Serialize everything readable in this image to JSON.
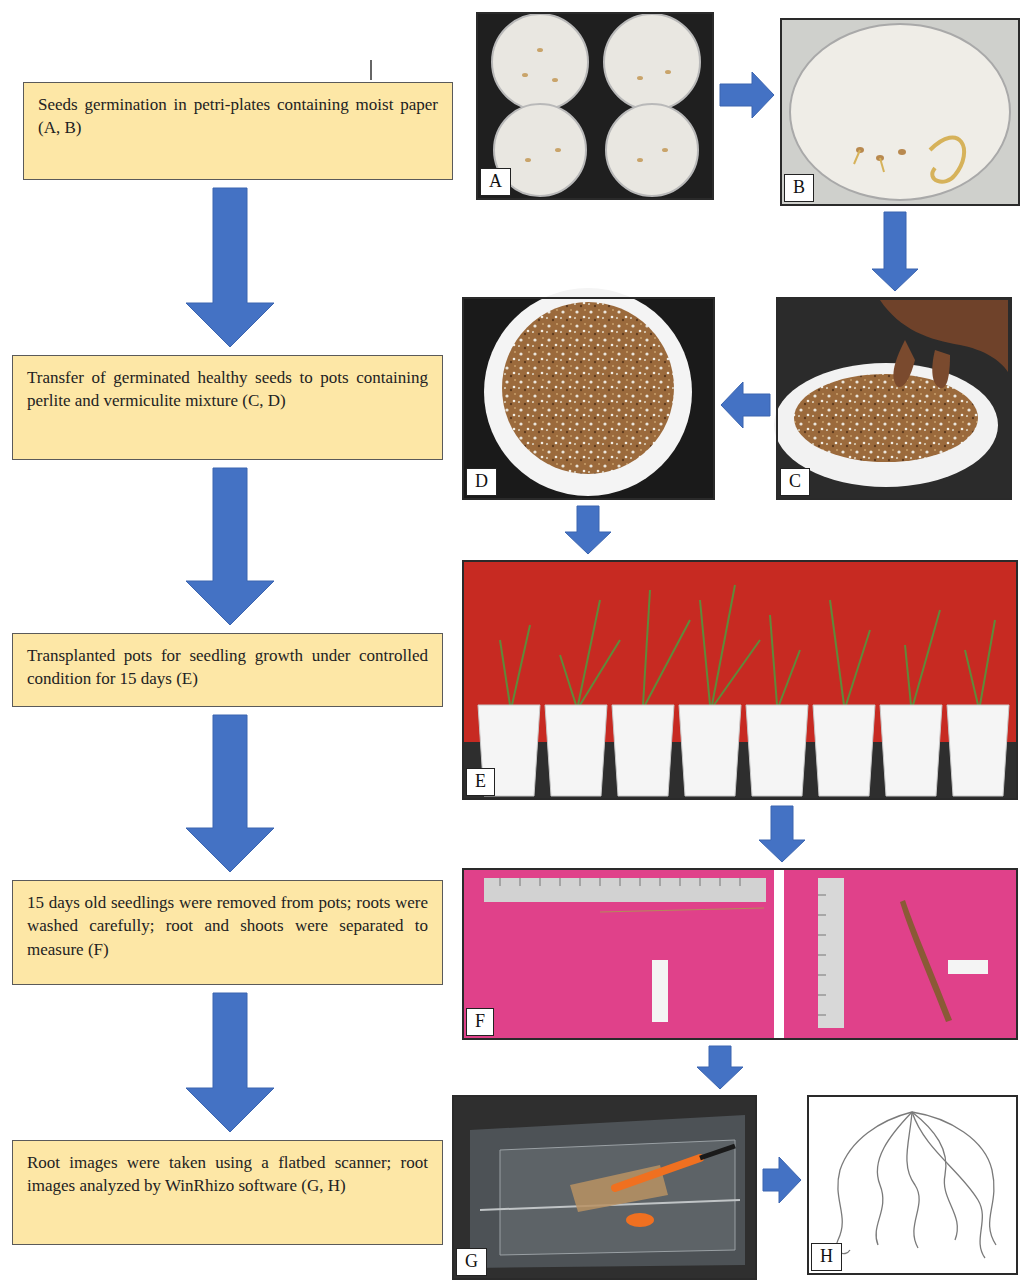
{
  "diagram": {
    "nodes": [
      {
        "text": [
          "Seeds germination in petri-plates containing moist paper (A, B)"
        ]
      },
      {
        "text": [
          "A"
        ]
      },
      {
        "text": [
          "B"
        ]
      },
      {
        "text": [
          "Transfer of germinated healthy seeds to pots containing perlite and vermiculite mixture (C, D)"
        ]
      },
      {
        "text": [
          "D"
        ]
      },
      {
        "text": [
          "C"
        ]
      },
      {
        "text": [
          "Transplanted pots for seedling growth under controlled condition for 15 days (E)"
        ]
      },
      {
        "text": [
          "E"
        ]
      },
      {
        "text": [
          "15 days old seedlings were removed from pots; roots were washed carefully; root and shoots were separated to measure (F)"
        ]
      },
      {
        "text": [
          "F"
        ]
      },
      {
        "text": [
          "Root images were taken using a flatbed scanner; root images analyzed by WinRhizo software (G, H)"
        ]
      },
      {
        "text": [
          "G"
        ]
      },
      {
        "text": [
          "H"
        ]
      }
    ],
    "edges": [
      {
        "from": 0,
        "to": 3,
        "arrow": "to"
      },
      {
        "from": 3,
        "to": 6,
        "arrow": "to"
      },
      {
        "from": 6,
        "to": 8,
        "arrow": "to"
      },
      {
        "from": 8,
        "to": 10,
        "arrow": "to"
      },
      {
        "from": 1,
        "to": 2,
        "arrow": "to"
      },
      {
        "from": 2,
        "to": 5,
        "arrow": "to"
      },
      {
        "from": 5,
        "to": 4,
        "arrow": "to"
      },
      {
        "from": 4,
        "to": 7,
        "arrow": "to"
      },
      {
        "from": 7,
        "to": 9,
        "arrow": "to"
      },
      {
        "from": 9,
        "to": 11,
        "arrow": "to"
      },
      {
        "from": 11,
        "to": 12,
        "arrow": "to"
      }
    ]
  }
}
